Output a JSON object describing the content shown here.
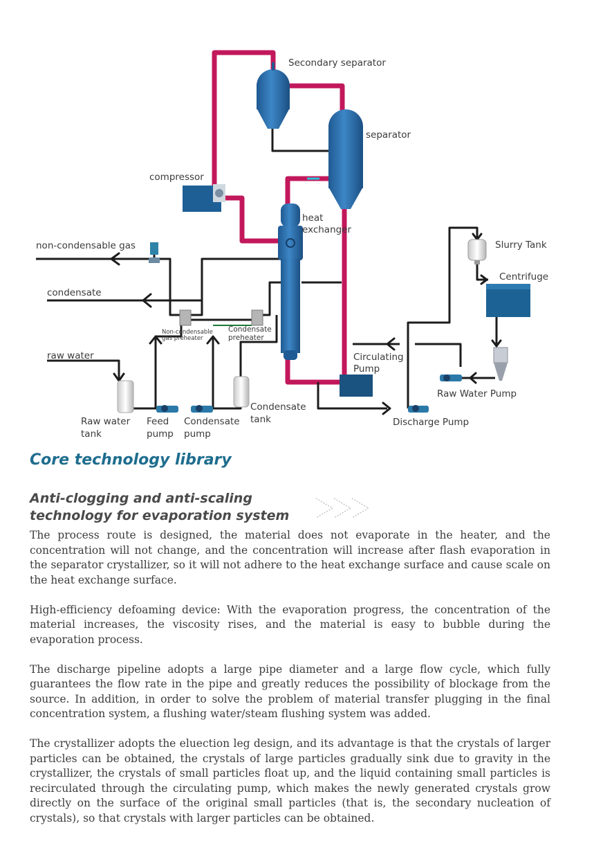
{
  "diagram": {
    "labels": {
      "secondary_separator": "Secondary separator",
      "separator": "separator",
      "compressor": "compressor",
      "heat": "heat",
      "exchanger": "exchanger",
      "slurry_tank": "Slurry Tank",
      "centrifuge": "Centrifuge",
      "non_condensable_gas": "non-condensable gas",
      "condensate": "condensate",
      "raw_water": "raw water",
      "nc_gas_preheater_1": "Non-condensable",
      "nc_gas_preheater_2": "gas preheater",
      "condensate_preheater_1": "Condensate",
      "condensate_preheater_2": "preheater",
      "circulating_pump_1": "Circulating",
      "circulating_pump_2": "Pump",
      "raw_water_pump": "Raw Water Pump",
      "condensate_tank_1": "Condensate",
      "condensate_tank_2": "tank",
      "raw_water_tank_1": "Raw water",
      "raw_water_tank_2": "tank",
      "feed_pump_1": "Feed",
      "feed_pump_2": "pump",
      "condensate_pump_1": "Condensate",
      "condensate_pump_2": "pump",
      "discharge_pump": "Discharge Pump"
    },
    "colors": {
      "steam_pipe": "#c2185b",
      "vessel": "#2a6aa6",
      "flow_line": "#1c1c1c"
    }
  },
  "section": {
    "title": "Core technology library",
    "subtitle_line1": "Anti-clogging and anti-scaling",
    "subtitle_line2": "technology for evaporation system"
  },
  "paragraphs": [
    "The process route is designed, the material does not evaporate in the heater, and the concentration will not change, and the concentration will increase after flash evaporation in the separator crystallizer, so it will not adhere to the heat exchange surface and cause scale on the heat exchange surface.",
    "High-efficiency defoaming device: With the evaporation progress, the concentration of the material increases, the viscosity rises, and the material is easy to bubble during the evaporation process.",
    "The discharge pipeline adopts a large pipe diameter and a large flow cycle, which fully guarantees the flow rate in the pipe and greatly reduces the possibility of blockage from the source. In addition, in order to solve the problem of material transfer plugging in the final concentration system, a flushing water/steam flushing system was added.",
    "The crystallizer adopts the eluection leg design, and its advantage is that the crystals of larger particles can be obtained, the crystals of large particles gradually sink due to gravity in the crystallizer, the crystals of small particles float up, and the liquid containing small particles is recirculated through the circulating pump, which makes the newly generated crystals grow directly on the surface of the original small particles (that is, the secondary nucleation of crystals), so that crystals with larger particles can be obtained."
  ]
}
